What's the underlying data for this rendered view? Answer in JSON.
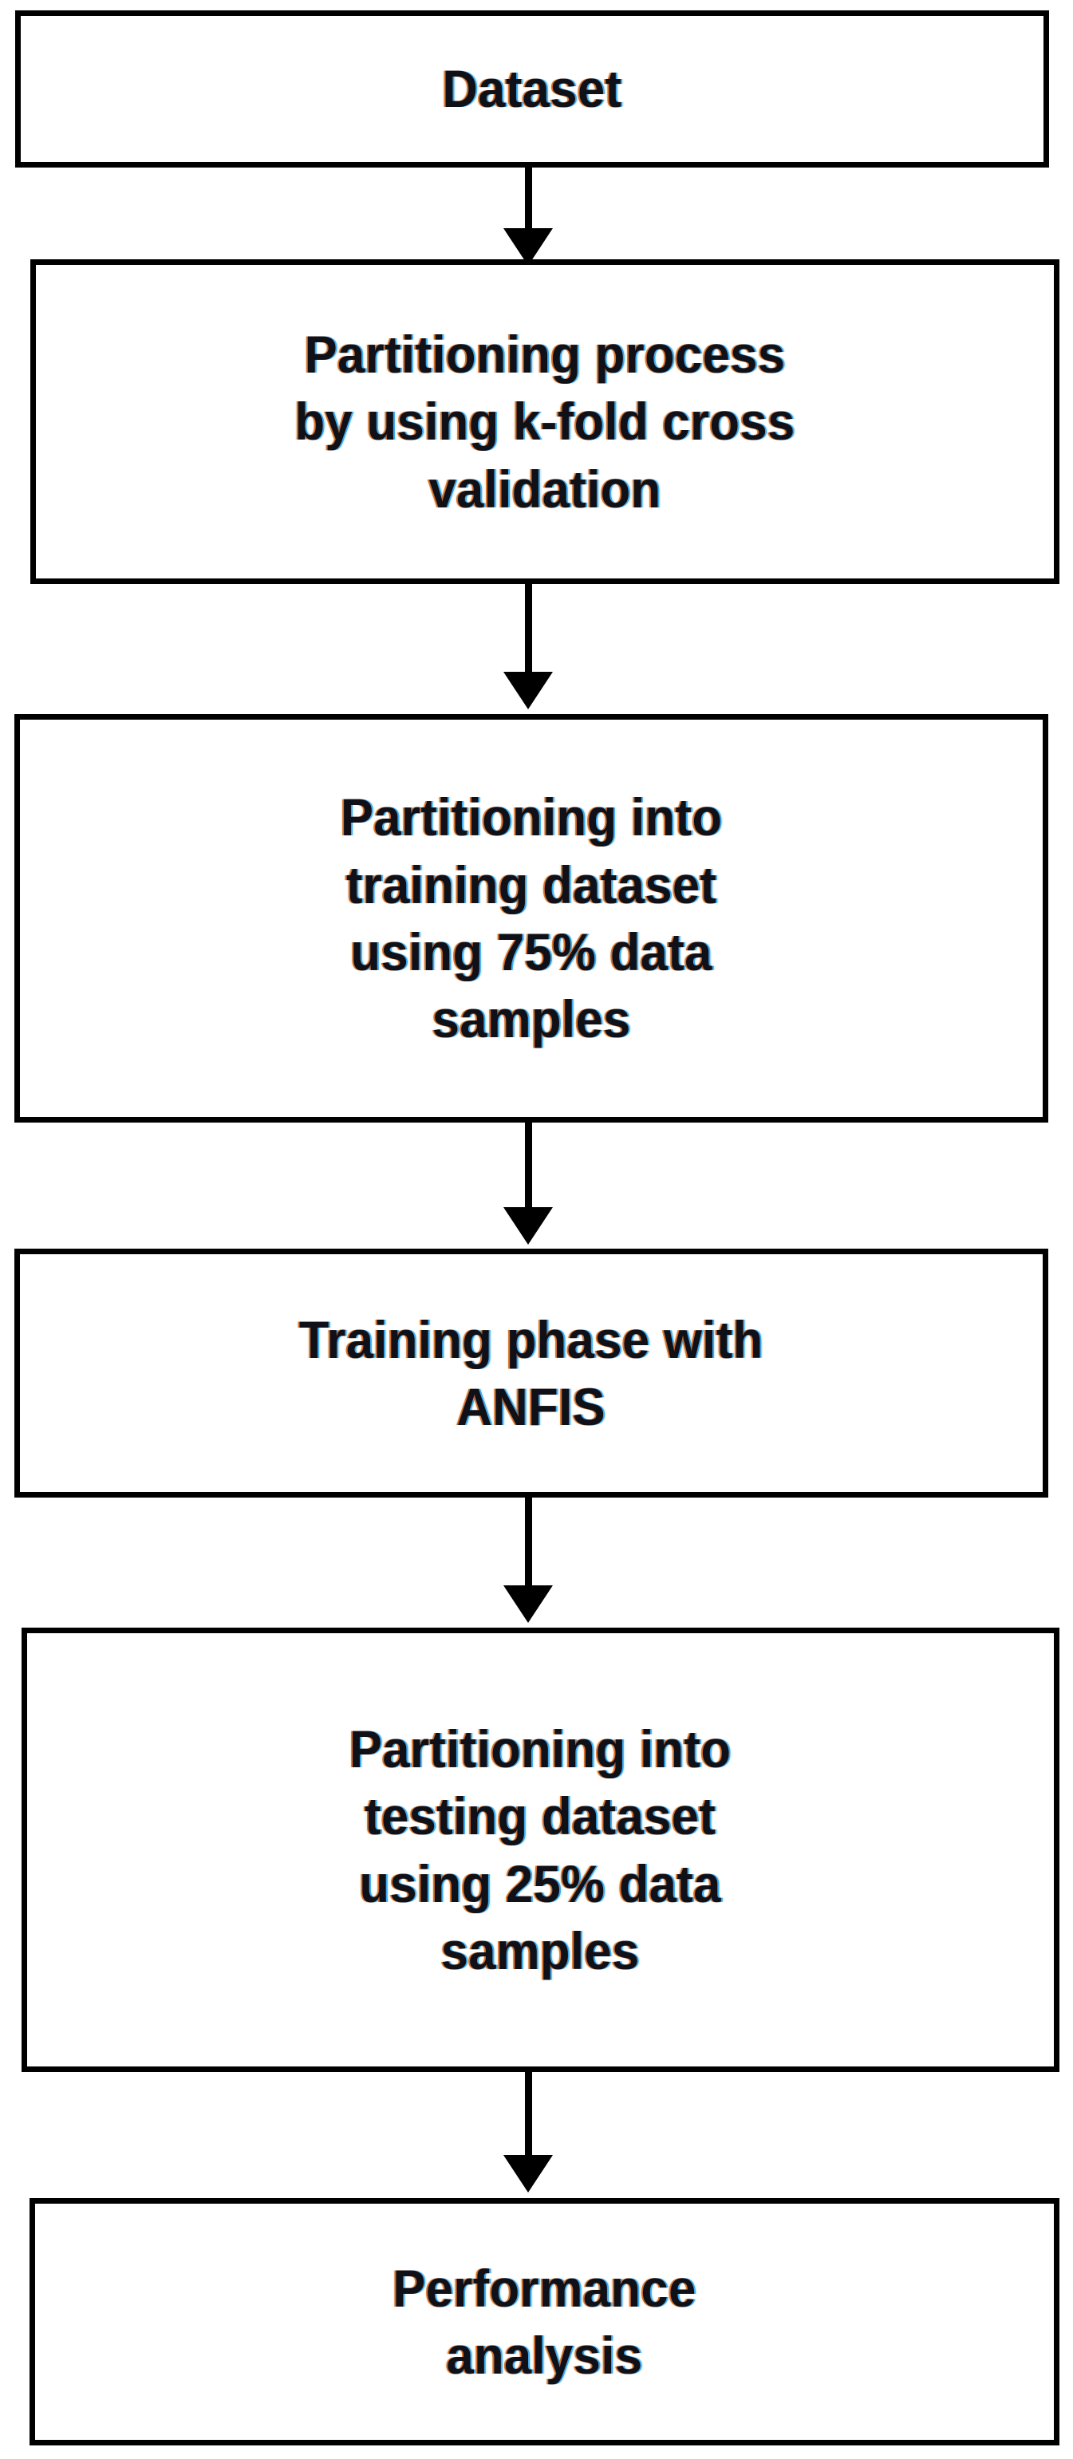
{
  "diagram": {
    "title": "ANFIS methodology flowchart",
    "orientation": "vertical-top-to-bottom",
    "text_color": "#101018",
    "border_color": "#000000",
    "background_color": "#ffffff",
    "nodes": [
      {
        "id": "dataset",
        "label": "Dataset",
        "shape": "rectangle"
      },
      {
        "id": "partitioning-kfold",
        "label": "Partitioning process\nby using k-fold cross\nvalidation",
        "shape": "rectangle"
      },
      {
        "id": "training-partition",
        "label": "Partitioning into\ntraining dataset\nusing 75% data\nsamples",
        "shape": "rectangle"
      },
      {
        "id": "training-anfis",
        "label": "Training phase with\nANFIS",
        "shape": "rectangle"
      },
      {
        "id": "testing-partition",
        "label": "Partitioning into\ntesting dataset\nusing 25% data\nsamples",
        "shape": "rectangle"
      },
      {
        "id": "performance-analysis",
        "label": "Performance\nanalysis",
        "shape": "rectangle"
      }
    ],
    "edges": [
      {
        "id": "edge-1",
        "from": "dataset",
        "to": "partitioning-kfold",
        "arrow": "down-arrow"
      },
      {
        "id": "edge-2",
        "from": "partitioning-kfold",
        "to": "training-partition",
        "arrow": "down-arrow"
      },
      {
        "id": "edge-3",
        "from": "training-partition",
        "to": "training-anfis",
        "arrow": "down-arrow"
      },
      {
        "id": "edge-4",
        "from": "training-anfis",
        "to": "testing-partition",
        "arrow": "down-arrow"
      },
      {
        "id": "edge-5",
        "from": "testing-partition",
        "to": "performance-analysis",
        "arrow": "down-arrow"
      }
    ]
  }
}
